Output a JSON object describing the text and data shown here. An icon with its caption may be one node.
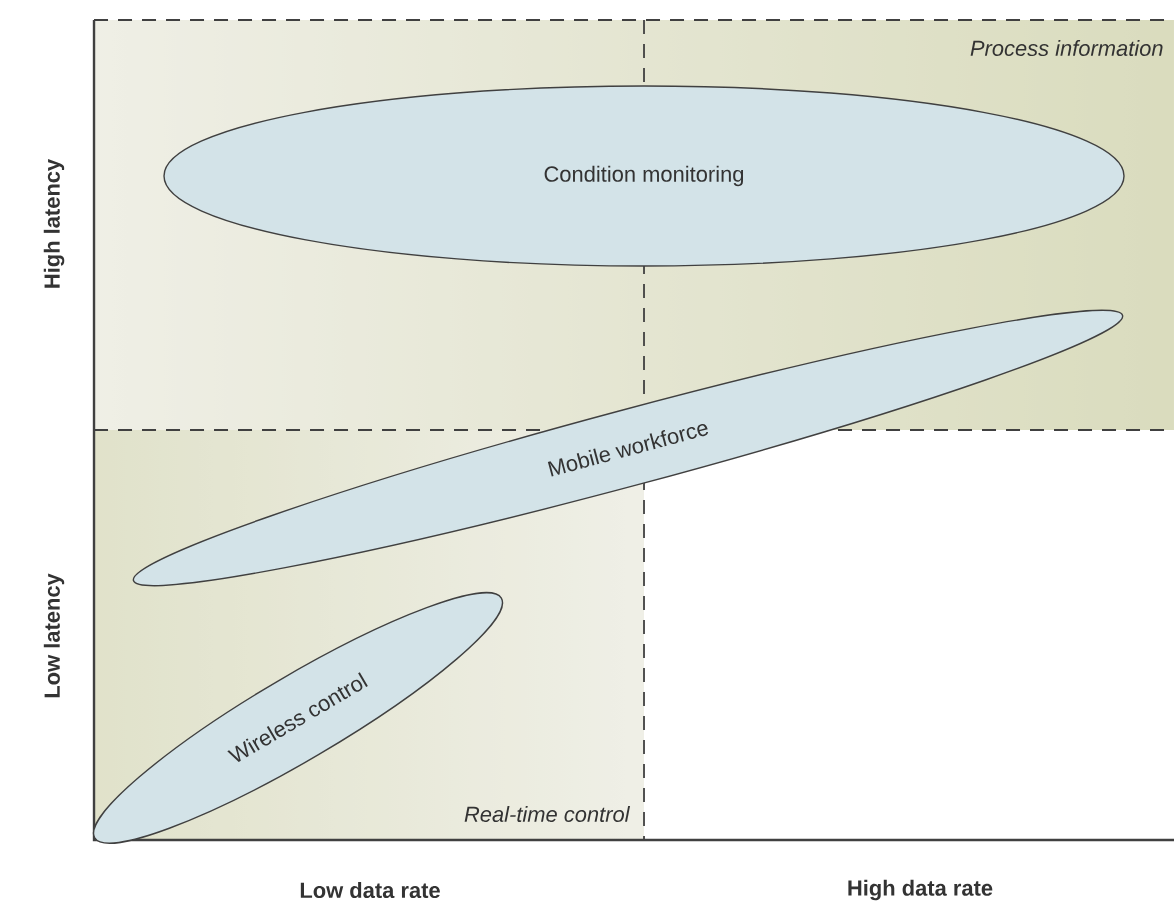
{
  "diagram": {
    "nodes": [
      {
        "text": [
          "Condition monitoring"
        ]
      },
      {
        "text": [
          "Mobile workforce"
        ]
      },
      {
        "text": [
          "Wireless control"
        ]
      }
    ],
    "labels": [
      "Process information",
      "High latency",
      "Low latency",
      "Real-time control",
      "Low data rate",
      "High data rate"
    ]
  }
}
